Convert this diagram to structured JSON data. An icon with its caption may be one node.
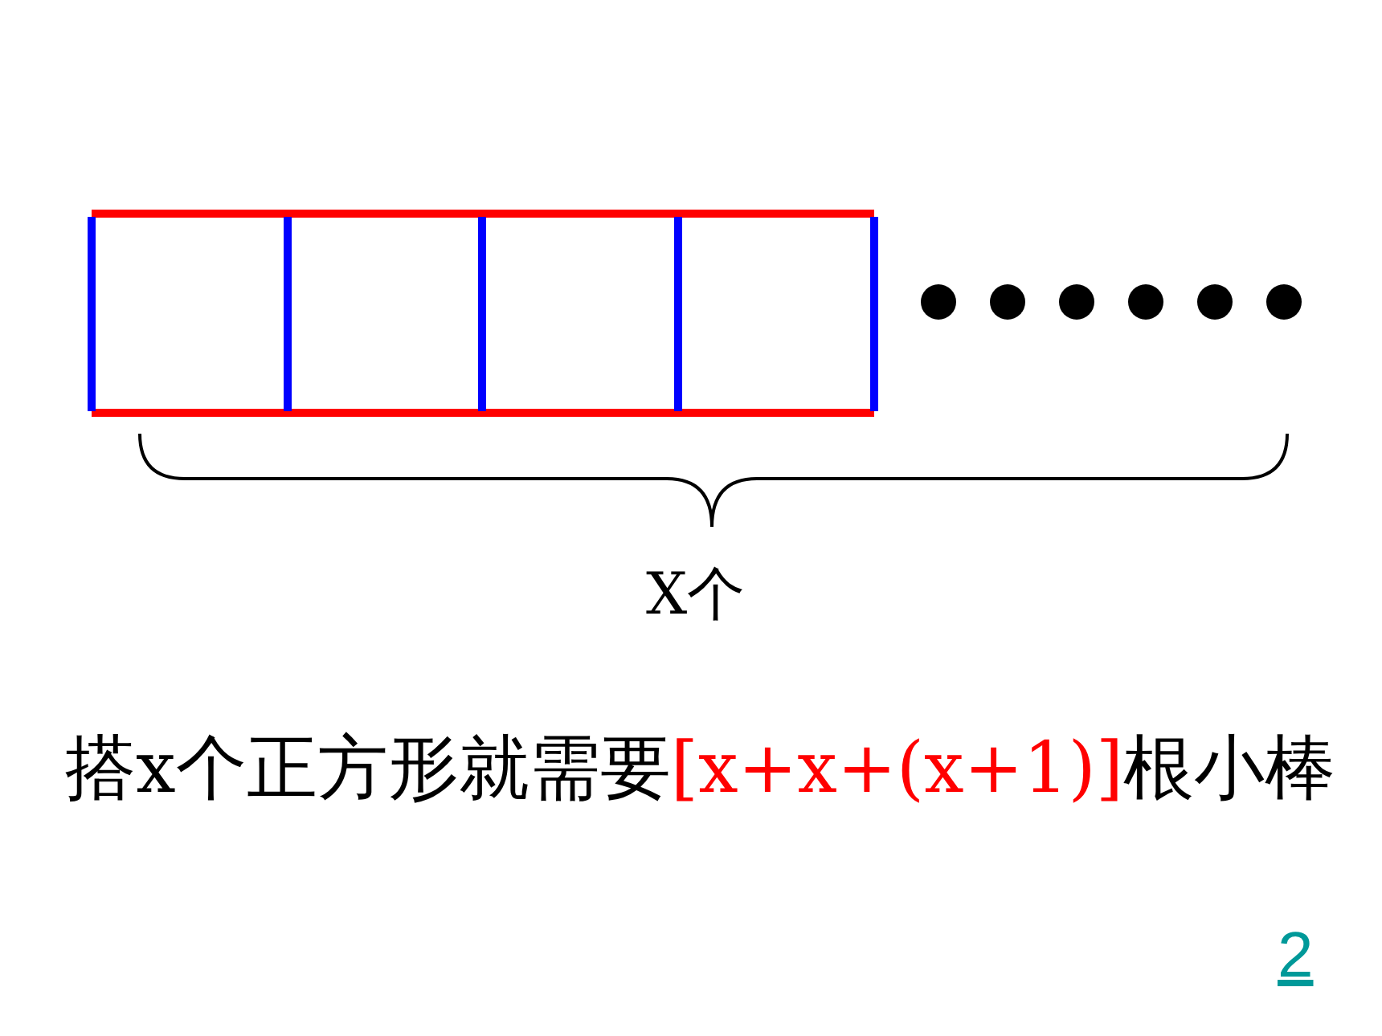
{
  "diagram": {
    "labels": [
      "X个",
      "搭x个正方形就需要",
      "[x+x+(x+1)]",
      "根小棒",
      "2"
    ]
  }
}
